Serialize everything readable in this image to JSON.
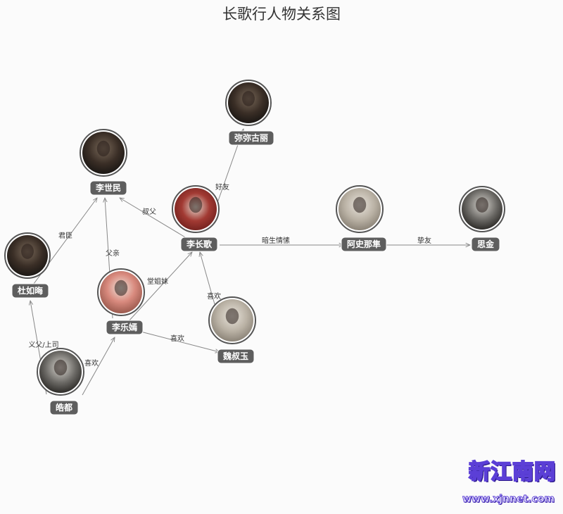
{
  "title": "长歌行人物关系图",
  "watermark": {
    "brand": "新江南网",
    "url": "www.xjnnet.com"
  },
  "colors": {
    "label_bg": "#5e5e5e",
    "edge": "#888888",
    "ring": "#555555"
  },
  "nodes": [
    {
      "id": "changge",
      "name": "李长歌"
    },
    {
      "id": "shimin",
      "name": "李世民"
    },
    {
      "id": "mimi",
      "name": "弥弥古丽"
    },
    {
      "id": "ashina",
      "name": "阿史那隼"
    },
    {
      "id": "sijin",
      "name": "思金"
    },
    {
      "id": "duruhui",
      "name": "杜如晦"
    },
    {
      "id": "leyan",
      "name": "李乐嫣"
    },
    {
      "id": "weishuyu",
      "name": "魏叔玉"
    },
    {
      "id": "haodu",
      "name": "皓都"
    }
  ],
  "edges": [
    {
      "from": "changge",
      "to": "shimin",
      "label": "叔父"
    },
    {
      "from": "changge",
      "to": "mimi",
      "label": "好友"
    },
    {
      "from": "changge",
      "to": "ashina",
      "label": "暗生情愫"
    },
    {
      "from": "ashina",
      "to": "sijin",
      "label": "挚友"
    },
    {
      "from": "duruhui",
      "to": "shimin",
      "label": "君臣"
    },
    {
      "from": "leyan",
      "to": "shimin",
      "label": "父亲"
    },
    {
      "from": "leyan",
      "to": "changge",
      "label": "堂姐妹"
    },
    {
      "from": "weishuyu",
      "to": "changge",
      "label": "喜欢"
    },
    {
      "from": "leyan",
      "to": "weishuyu",
      "label": "喜欢"
    },
    {
      "from": "haodu",
      "to": "duruhui",
      "label": "义父/上司"
    },
    {
      "from": "haodu",
      "to": "leyan",
      "label": "喜欢"
    }
  ]
}
